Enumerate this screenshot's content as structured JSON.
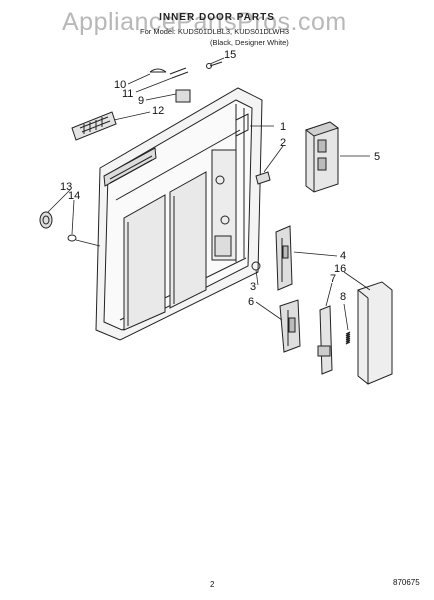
{
  "watermark": "AppliancePartsPros.com",
  "title": "INNER DOOR PARTS",
  "subtitle_line1": "For Model: KUDS01DLBL3, KUDS01DLWH3",
  "subtitle_line2": "(Black, Designer White)",
  "callouts": [
    "1",
    "2",
    "3",
    "4",
    "5",
    "6",
    "7",
    "8",
    "9",
    "10",
    "11",
    "12",
    "13",
    "14",
    "15",
    "16"
  ],
  "footer": {
    "page_number": "2",
    "diagram_code": "870675"
  }
}
